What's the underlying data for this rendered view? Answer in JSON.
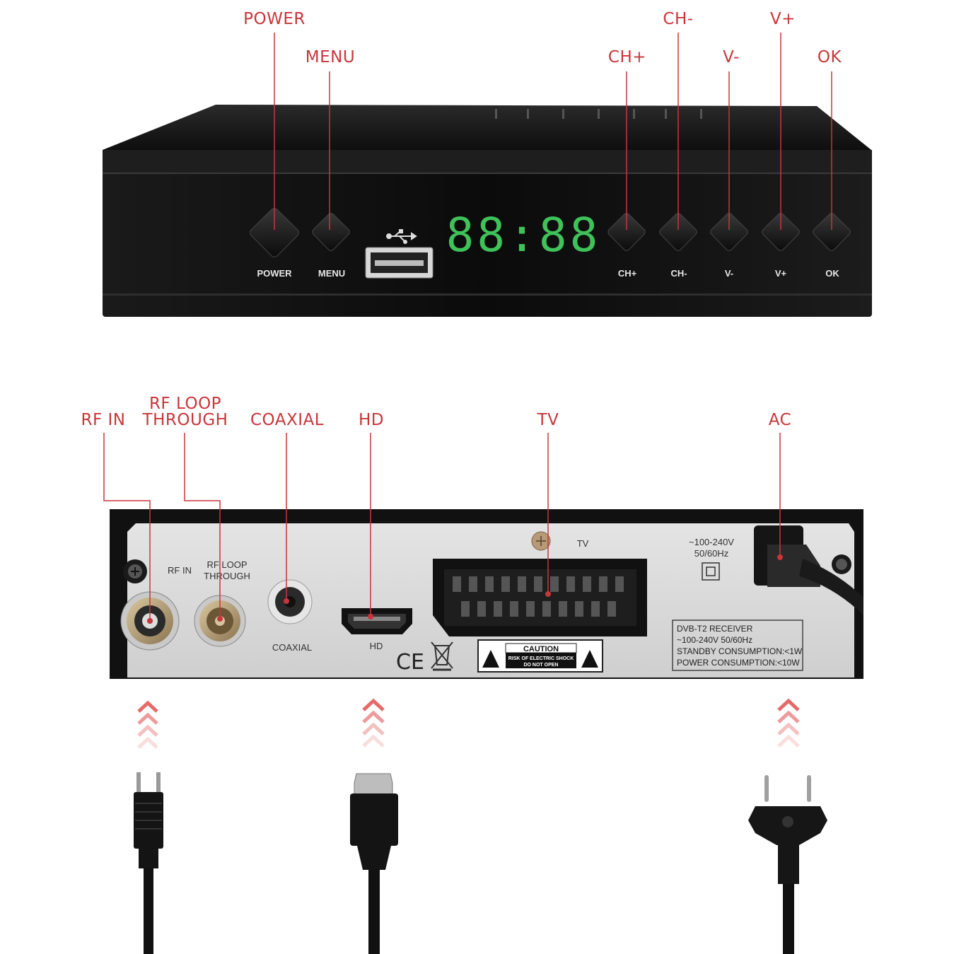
{
  "colors": {
    "callout": "#c8363a",
    "display_green": "#3fc25a",
    "device_black": "#121212",
    "rear_panel": "#d9d9d9"
  },
  "front": {
    "callouts": {
      "power": "POWER",
      "menu": "MENU",
      "ch_plus": "CH+",
      "ch_minus": "CH-",
      "v_minus": "V-",
      "v_plus": "V+",
      "ok": "OK"
    },
    "panel_labels": {
      "power": "POWER",
      "menu": "MENU",
      "ch_plus": "CH+",
      "ch_minus": "CH-",
      "v_minus": "V-",
      "v_plus": "V+",
      "ok": "OK"
    },
    "display": "88:88",
    "usb_icon": "usb-icon"
  },
  "rear": {
    "callouts": {
      "rf_in": "RF IN",
      "rf_loop_line1": "RF LOOP",
      "rf_loop_line2": "THROUGH",
      "coaxial": "COAXIAL",
      "hd": "HD",
      "tv": "TV",
      "ac": "AC"
    },
    "panel_labels": {
      "rf_in": "RF IN",
      "rf_loop_line1": "RF LOOP",
      "rf_loop_line2": "THROUGH",
      "coaxial": "COAXIAL",
      "hd": "HD",
      "tv": "TV",
      "voltage_line1": "~100-240V",
      "voltage_line2": "50/60Hz"
    },
    "spec_box": {
      "line1": "DVB-T2 RECEIVER",
      "line2": "~100-240V 50/60Hz",
      "line3": "STANDBY CONSUMPTION:<1W",
      "line4": "POWER CONSUMPTION:<10W"
    },
    "caution": {
      "title": "CAUTION",
      "line1": "RISK OF ELECTRIC SHOCK",
      "line2": "DO NOT OPEN"
    },
    "ce_mark": "CE"
  },
  "cables": [
    "rf-cable",
    "hdmi-cable",
    "power-cable"
  ]
}
